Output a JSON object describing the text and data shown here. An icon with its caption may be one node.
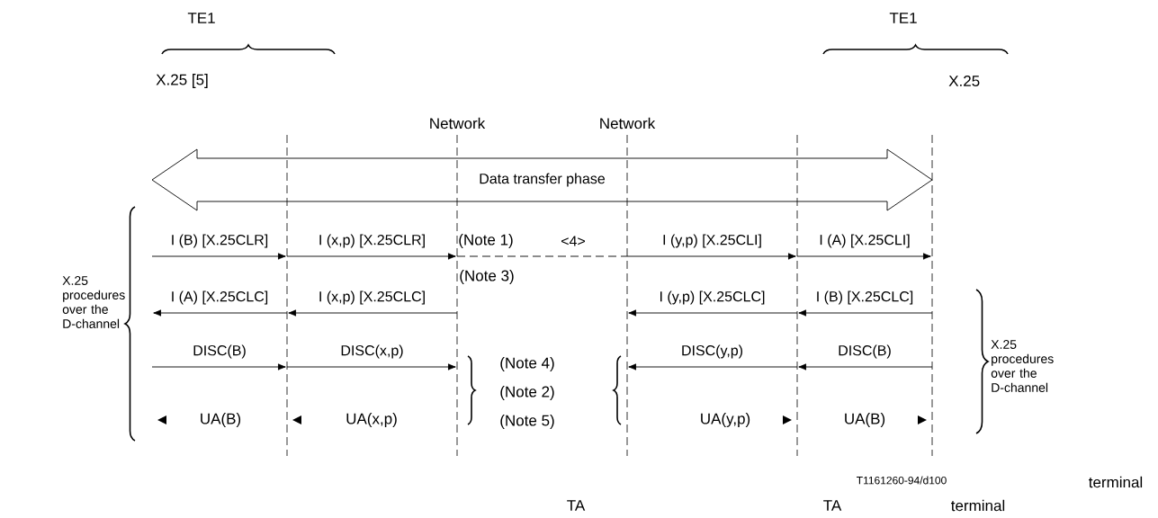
{
  "diagram": {
    "nodes": [
      {
        "text": [],
        "shape": "line"
      },
      {
        "text": [],
        "shape": "line",
        "beside": [
          "Network"
        ]
      },
      {
        "text": [],
        "shape": "line",
        "beside": [
          "Network"
        ]
      },
      {
        "text": [],
        "shape": "line"
      },
      {
        "text": [],
        "shape": "line",
        "beside": [
          "X.25"
        ]
      }
    ],
    "edges": [
      {
        "from": null,
        "to": 0,
        "arrow": "to",
        "label": "I (B) [X.25CLR]"
      },
      {
        "from": 0,
        "to": 1,
        "arrow": "to",
        "label": "I (x,p) [X.25CLR]"
      },
      {
        "from": 1,
        "to": 2,
        "arrow": "none",
        "style": "dashed",
        "label": "<4>"
      },
      {
        "from": 2,
        "to": 3,
        "arrow": "to",
        "label": "I (y,p) [X.25CLI]"
      },
      {
        "from": 3,
        "to": 4,
        "arrow": "to",
        "label": "I (A) [X.25CLI]"
      },
      {
        "from": 0,
        "to": null,
        "arrow": "to",
        "label": "I (A) [X.25CLC]"
      },
      {
        "from": 1,
        "to": 0,
        "arrow": "to",
        "label": "I (x,p) [X.25CLC]"
      },
      {
        "from": 3,
        "to": 2,
        "arrow": "to",
        "label": "I (y,p) [X.25CLC]"
      },
      {
        "from": 4,
        "to": 3,
        "arrow": "to",
        "label": "I (B) [X.25CLC]"
      },
      {
        "from": null,
        "to": 0,
        "arrow": "to",
        "label": "DISC(B)"
      },
      {
        "from": 0,
        "to": 1,
        "arrow": "to",
        "label": "DISC(x,p)"
      },
      {
        "from": 3,
        "to": 2,
        "arrow": "to",
        "label": "DISC(y,p)"
      },
      {
        "from": 4,
        "to": 3,
        "arrow": "to",
        "label": "DISC(B)"
      },
      {
        "from": null,
        "to": 4,
        "arrow": "both",
        "label": "Data transfer phase"
      }
    ],
    "labels": [
      "TE1",
      "TE1",
      "X.25 [5]",
      "(Note 1)",
      "(Note 3)",
      "X.25 procedures over the D-channel",
      "X.25 procedures over the D-channel",
      "(Note 4)",
      "(Note 2)",
      "UA(B)",
      "UA(x,p)",
      "(Note 5)",
      "UA(y,p)",
      "UA(B)",
      "T1161260-94/d100",
      "terminal",
      "TA",
      "TA",
      "terminal"
    ]
  }
}
